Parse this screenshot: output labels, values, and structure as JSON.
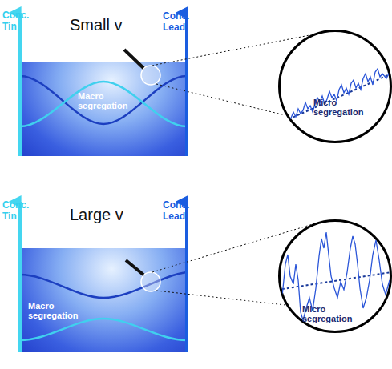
{
  "diagram": {
    "nodes": [
      {
        "text": [
          "Small v",
          "Macro segregation"
        ]
      },
      {
        "text": [
          "Micro segregation"
        ]
      },
      {
        "text": [
          "Large v",
          "Macro segregation"
        ]
      },
      {
        "text": [
          "Micro segregation"
        ]
      }
    ],
    "edges": [
      {
        "from": 0,
        "to": 1,
        "arrow": "none"
      },
      {
        "from": 2,
        "to": 3,
        "arrow": "none"
      }
    ],
    "labels": [
      "Conc. Tin",
      "Conc. Lead",
      "Conc. Tin",
      "Conc. Lead"
    ]
  }
}
